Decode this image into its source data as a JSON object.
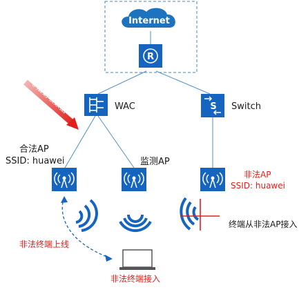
{
  "internet": {
    "label": "Internet"
  },
  "router": {
    "letter": "R"
  },
  "wac": {
    "label": "WAC"
  },
  "switch": {
    "label": "Switch",
    "letter": "S"
  },
  "legit_ap": {
    "line1": "合法AP",
    "line2": "SSID: huawei"
  },
  "monitor_ap": {
    "label": "监测AP"
  },
  "rogue_ap": {
    "line1": "非法AP",
    "line2": "SSID: huawei"
  },
  "annotations": {
    "data_theft": "非法窃取数据",
    "illegal_terminal_online": "非法终端上线",
    "illegal_terminal_access": "非法终端接入",
    "terminal_via_rogue_ap": "终端从非法AP接入"
  },
  "colors": {
    "device_blue": "#1565c0",
    "cloud_blue": "#1e73be",
    "line_blue": "#4a90c8",
    "alert_red": "#e0201b",
    "text": "#1a1a1a"
  }
}
